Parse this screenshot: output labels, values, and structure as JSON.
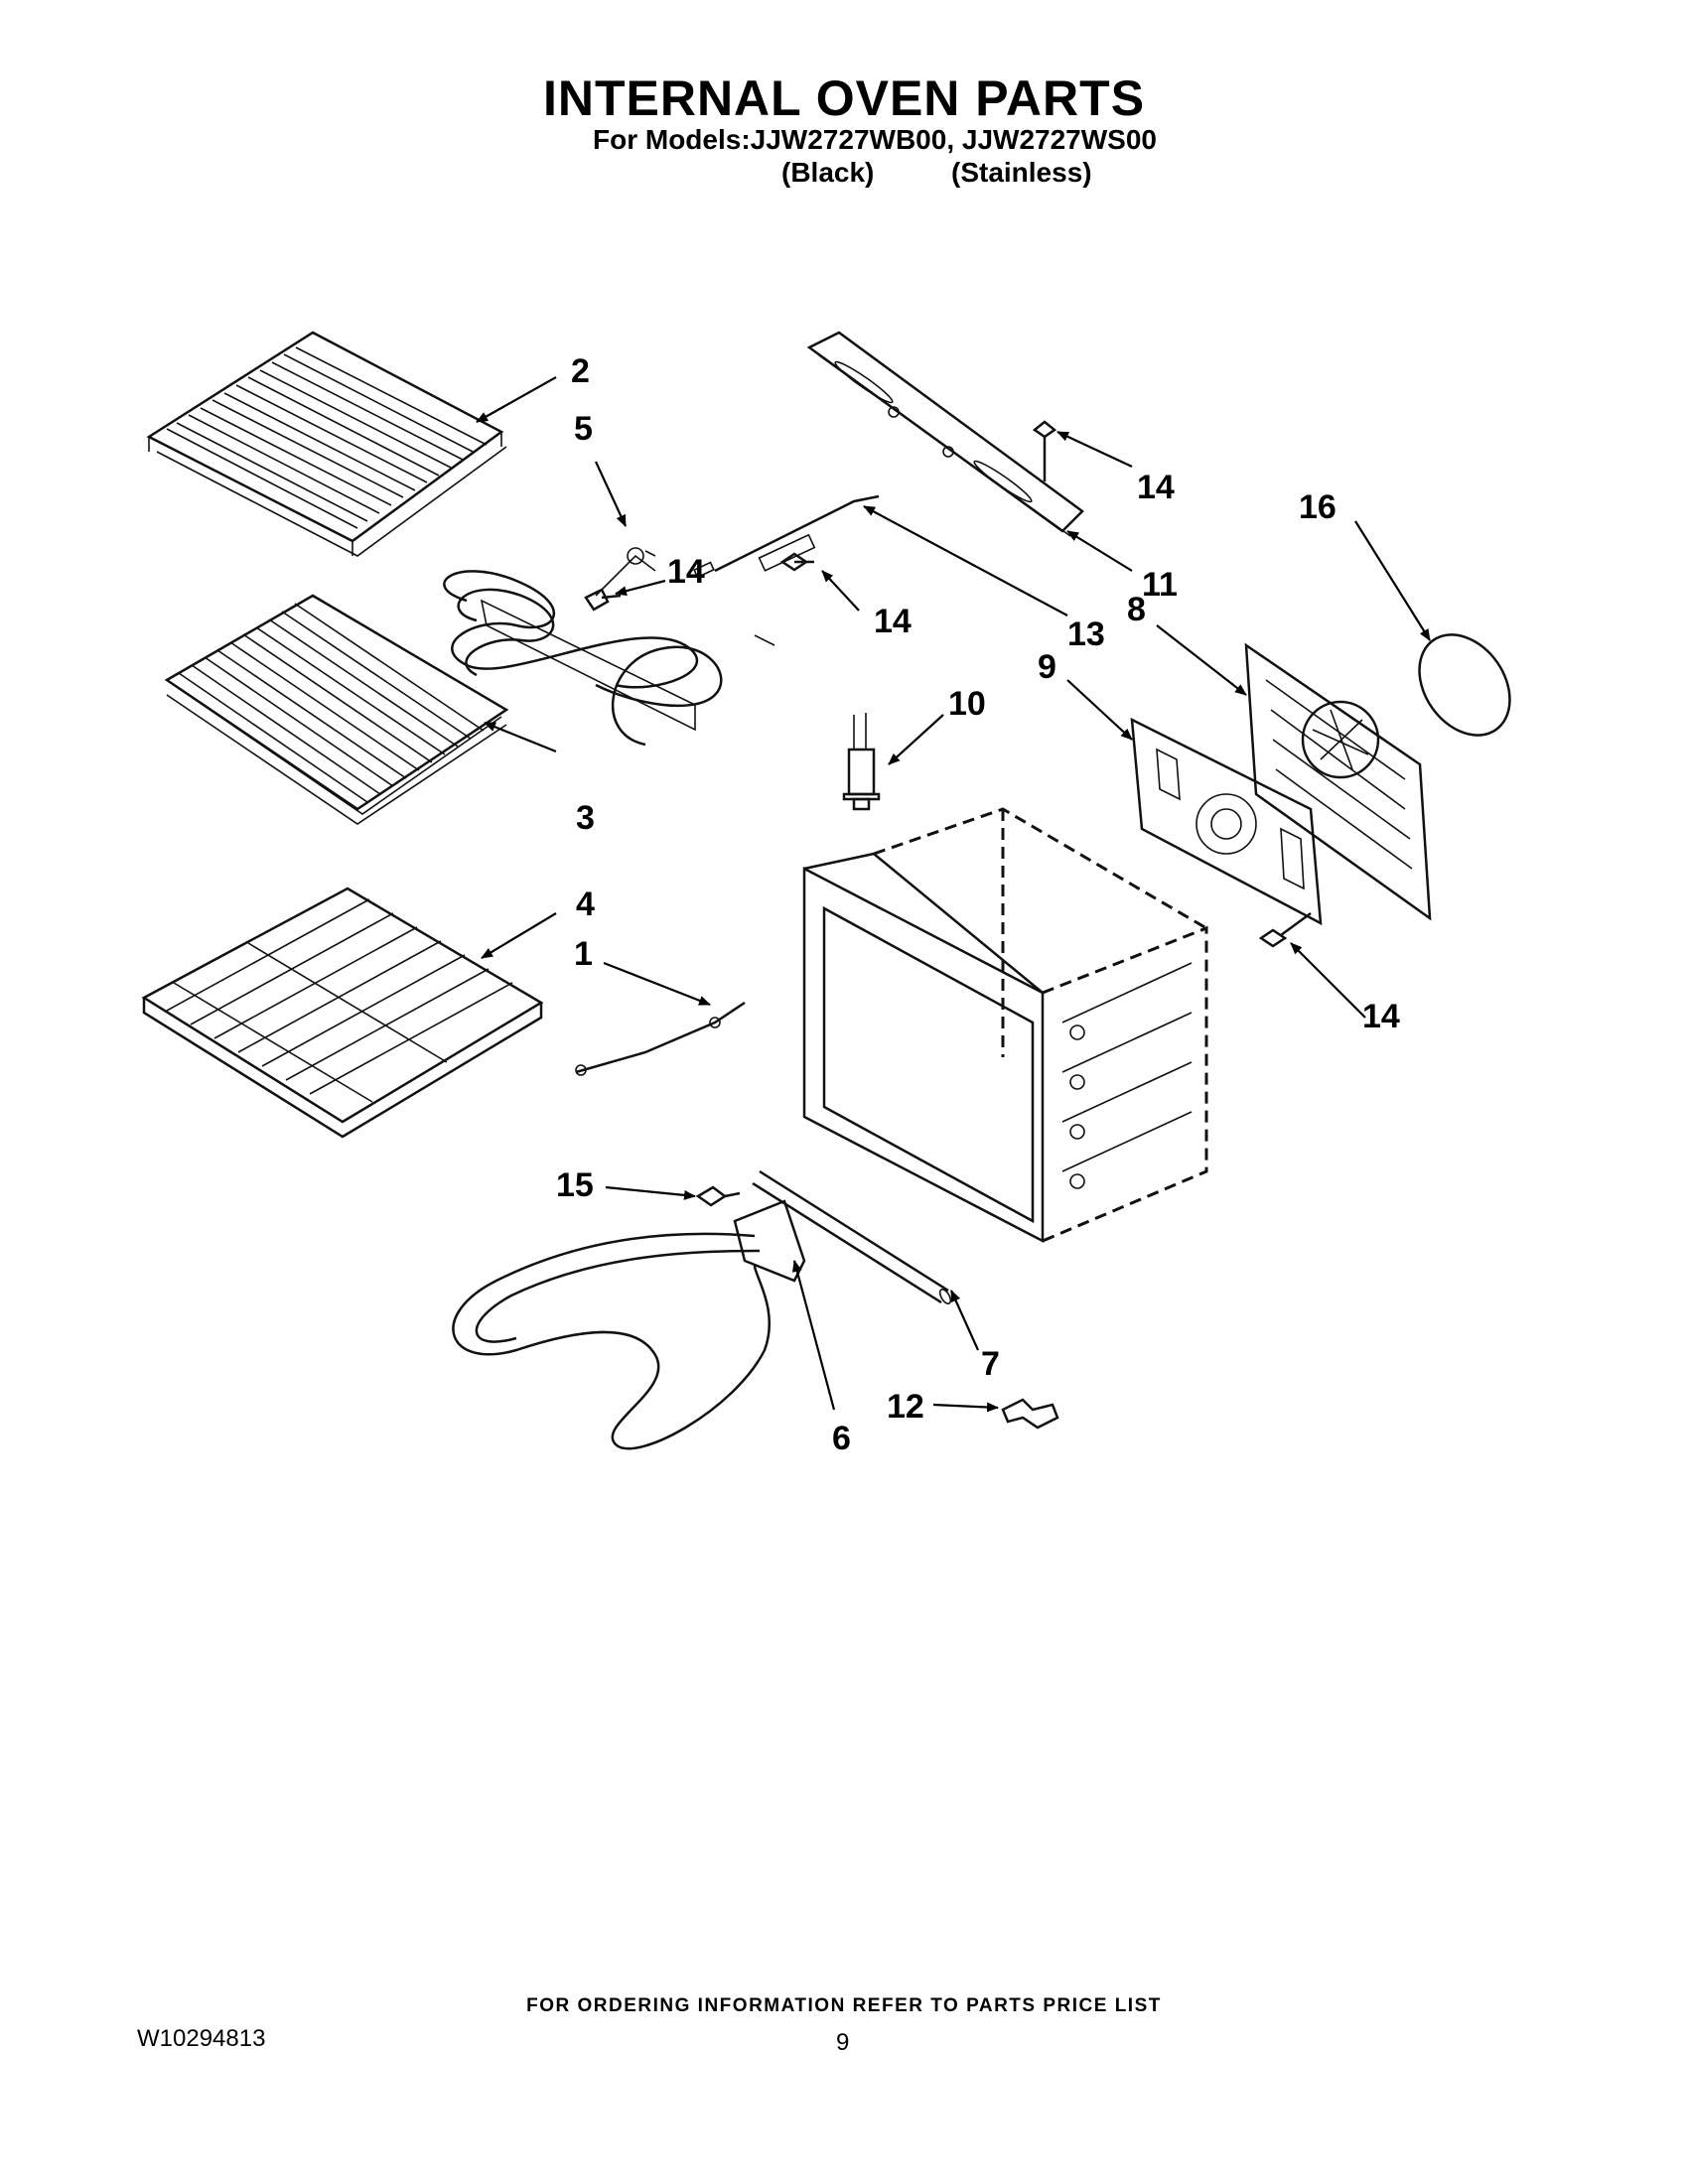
{
  "header": {
    "title": "INTERNAL OVEN PARTS",
    "models_line": "For Models:JJW2727WB00, JJW2727WS00",
    "variant_1": "(Black)",
    "variant_2": "(Stainless)"
  },
  "callouts": [
    "2",
    "5",
    "14",
    "14",
    "14",
    "11",
    "13",
    "16",
    "8",
    "9",
    "10",
    "3",
    "4",
    "1",
    "14",
    "15",
    "7",
    "12",
    "6"
  ],
  "footer": {
    "ordering_note": "FOR ORDERING INFORMATION REFER TO PARTS PRICE LIST",
    "document_number": "W10294813",
    "page_number": "9"
  }
}
